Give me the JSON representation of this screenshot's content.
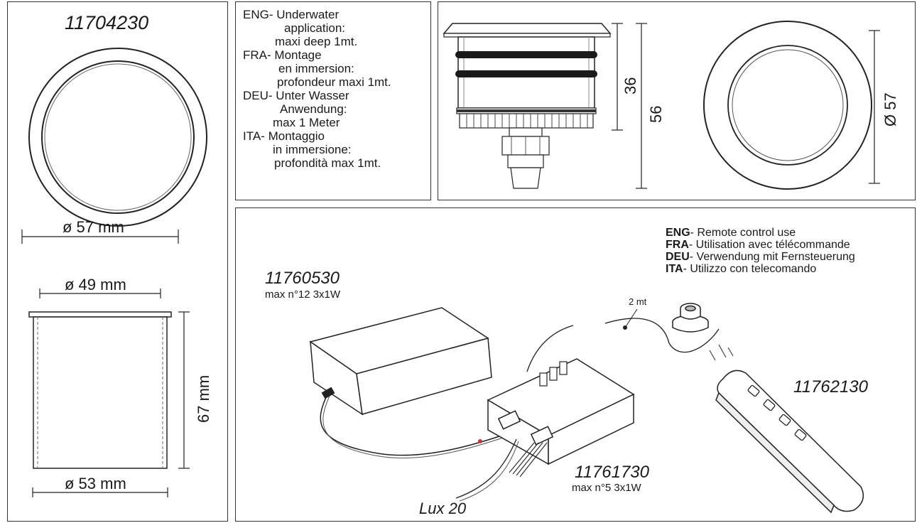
{
  "left_panel": {
    "product_code": "11704230",
    "top_view_diameter": "ø 57 mm",
    "side_top_diameter": "ø 49 mm",
    "side_bottom_diameter": "ø 53 mm",
    "height": "67 mm"
  },
  "install_notes": [
    {
      "lang": "ENG-",
      "lines": [
        "Underwater",
        "application:",
        "maxi deep 1mt."
      ]
    },
    {
      "lang": "FRA-",
      "lines": [
        "Montage",
        "en immersion:",
        "profondeur maxi 1mt."
      ]
    },
    {
      "lang": "DEU-",
      "lines": [
        "Unter Wasser",
        "Anwendung:",
        "max 1 Meter"
      ]
    },
    {
      "lang": "ITA-",
      "lines": [
        "Montaggio",
        "in immersione:",
        "profondità max 1mt."
      ]
    }
  ],
  "fixture_panel": {
    "dim_36": "36",
    "dim_56": "56",
    "dim_57": "Ø 57"
  },
  "bottom_panel": {
    "usage_notes": [
      {
        "lang": "ENG",
        "text": "- Remote control use"
      },
      {
        "lang": "FRA",
        "text": "- Utilisation avec télécommande"
      },
      {
        "lang": "DEU",
        "text": "- Verwendung mit Fernsteuerung"
      },
      {
        "lang": "ITA",
        "text": "- Utilizzo con telecomando"
      }
    ],
    "power_supply": {
      "code": "11760530",
      "spec": "max n°12 3x1W"
    },
    "controller": {
      "code": "11761730",
      "spec": "max n°5 3x1W"
    },
    "remote": {
      "code": "11762130"
    },
    "fixture_name": "Lux 20",
    "cable_length": "2 mt"
  }
}
